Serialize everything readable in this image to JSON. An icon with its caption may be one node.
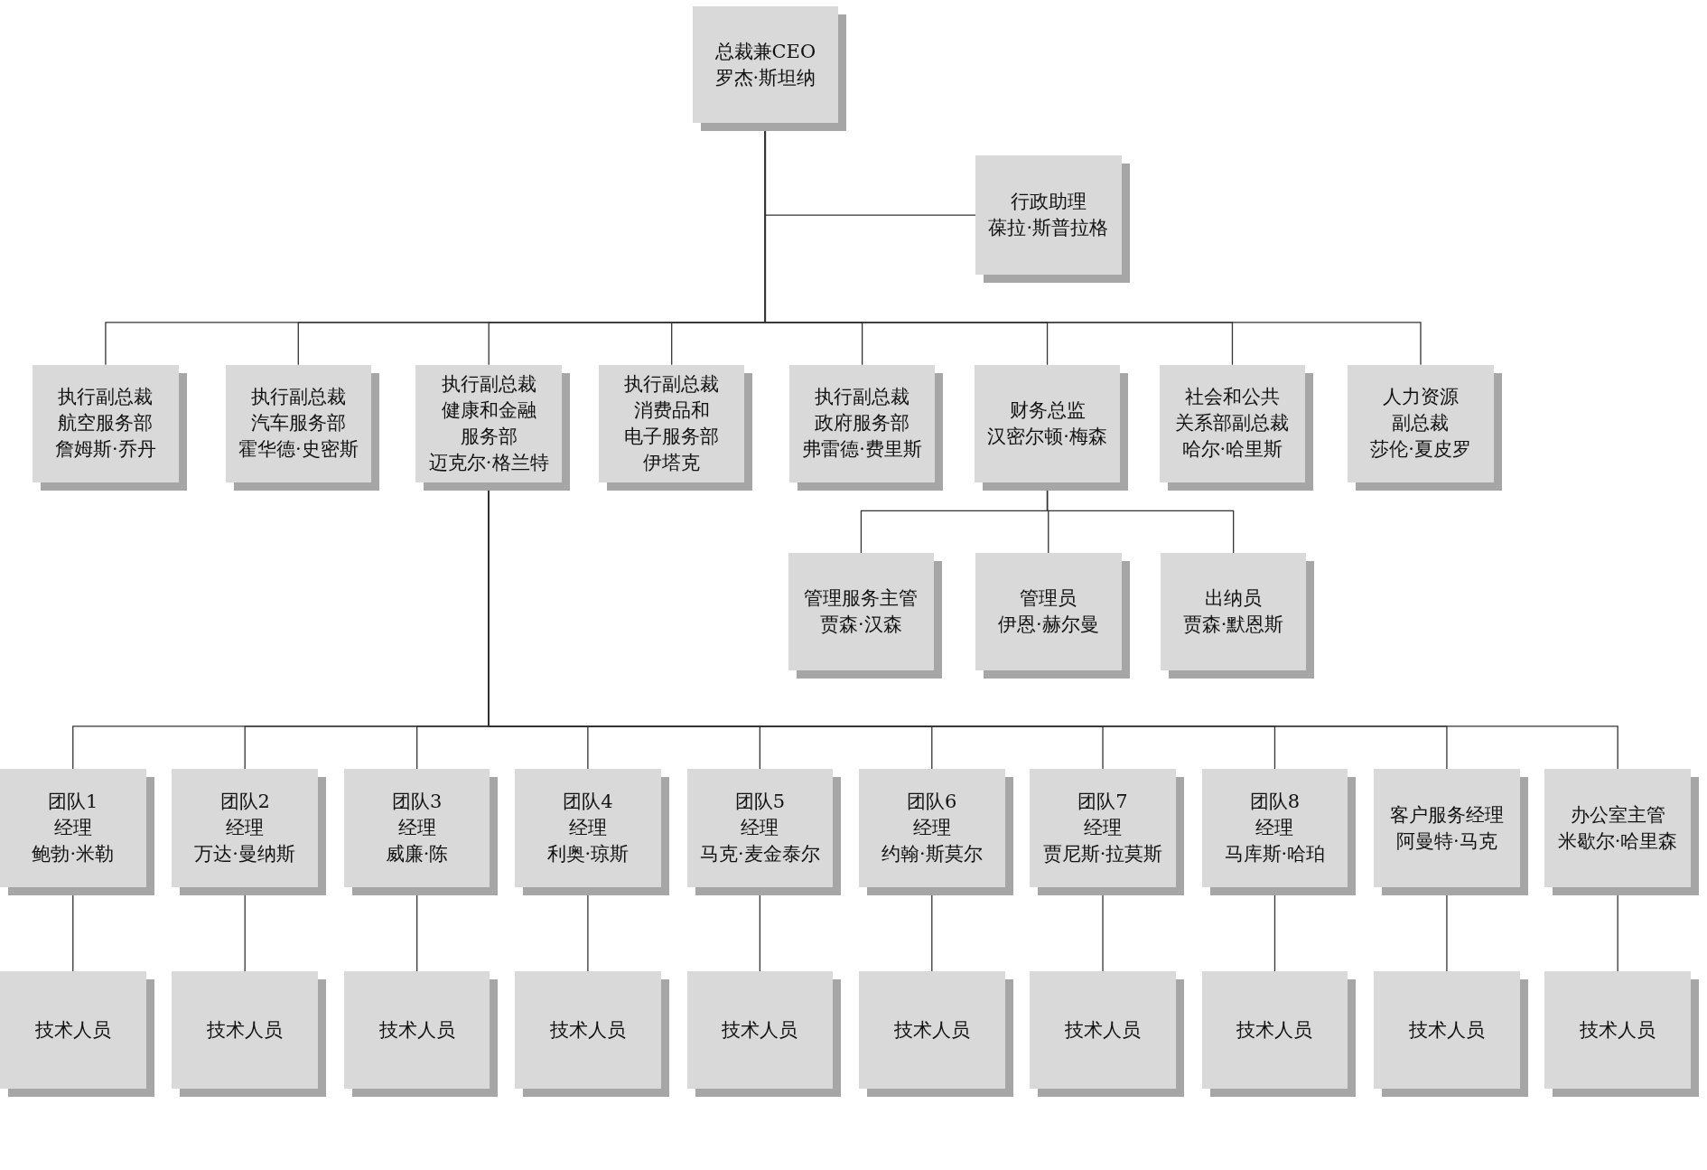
{
  "diagram": {
    "nodes": [
      {
        "text": [
          "总裁兼CEO",
          "罗杰·斯坦纳"
        ]
      },
      {
        "text": [
          "行政助理",
          "葆拉·斯普拉格"
        ]
      },
      {
        "text": [
          "执行副总裁",
          "航空服务部",
          "詹姆斯·乔丹"
        ]
      },
      {
        "text": [
          "执行副总裁",
          "汽车服务部",
          "霍华德·史密斯"
        ]
      },
      {
        "text": [
          "执行副总裁",
          "健康和金融服务部",
          "迈克尔·格兰特"
        ]
      },
      {
        "text": [
          "执行副总裁",
          "消费品和电子服务部",
          "伊塔克"
        ]
      },
      {
        "text": [
          "执行副总裁",
          "政府服务部",
          "弗雷德·费里斯"
        ]
      },
      {
        "text": [
          "财务总监",
          "汉密尔顿·梅森"
        ]
      },
      {
        "text": [
          "社会和公共关系部副总裁",
          "哈尔·哈里斯"
        ]
      },
      {
        "text": [
          "人力资源副总裁",
          "莎伦·夏皮罗"
        ]
      },
      {
        "text": [
          "管理服务主管",
          "贾森·汉森"
        ]
      },
      {
        "text": [
          "管理员",
          "伊恩·赫尔曼"
        ]
      },
      {
        "text": [
          "出纳员",
          "贾森·默恩斯"
        ]
      },
      {
        "text": [
          "团队1",
          "经理",
          "鲍勃·米勒"
        ]
      },
      {
        "text": [
          "团队2",
          "经理",
          "万达·曼纳斯"
        ]
      },
      {
        "text": [
          "团队3",
          "经理",
          "威廉·陈"
        ]
      },
      {
        "text": [
          "团队4",
          "经理",
          "利奥·琼斯"
        ]
      },
      {
        "text": [
          "团队5",
          "经理",
          "马克·麦金泰尔"
        ]
      },
      {
        "text": [
          "团队6",
          "经理",
          "约翰·斯莫尔"
        ]
      },
      {
        "text": [
          "团队7",
          "经理",
          "贾尼斯·拉莫斯"
        ]
      },
      {
        "text": [
          "团队8",
          "经理",
          "马库斯·哈珀"
        ]
      },
      {
        "text": [
          "客户服务经理",
          "阿曼特·马克"
        ]
      },
      {
        "text": [
          "办公室主管",
          "米歇尔·哈里森"
        ]
      },
      {
        "text": [
          "技术人员"
        ]
      },
      {
        "text": [
          "技术人员"
        ]
      },
      {
        "text": [
          "技术人员"
        ]
      },
      {
        "text": [
          "技术人员"
        ]
      },
      {
        "text": [
          "技术人员"
        ]
      },
      {
        "text": [
          "技术人员"
        ]
      },
      {
        "text": [
          "技术人员"
        ]
      },
      {
        "text": [
          "技术人员"
        ]
      },
      {
        "text": [
          "技术人员"
        ]
      },
      {
        "text": [
          "技术人员"
        ]
      }
    ],
    "edges": [
      {
        "from": 0,
        "to": 1,
        "arrow": "none"
      },
      {
        "from": 0,
        "to": 2,
        "arrow": "none"
      },
      {
        "from": 0,
        "to": 3,
        "arrow": "none"
      },
      {
        "from": 0,
        "to": 4,
        "arrow": "none"
      },
      {
        "from": 0,
        "to": 5,
        "arrow": "none"
      },
      {
        "from": 0,
        "to": 6,
        "arrow": "none"
      },
      {
        "from": 0,
        "to": 7,
        "arrow": "none"
      },
      {
        "from": 0,
        "to": 8,
        "arrow": "none"
      },
      {
        "from": 0,
        "to": 9,
        "arrow": "none"
      },
      {
        "from": 7,
        "to": 10,
        "arrow": "none"
      },
      {
        "from": 7,
        "to": 11,
        "arrow": "none"
      },
      {
        "from": 7,
        "to": 12,
        "arrow": "none"
      },
      {
        "from": 4,
        "to": 13,
        "arrow": "none"
      },
      {
        "from": 4,
        "to": 14,
        "arrow": "none"
      },
      {
        "from": 4,
        "to": 15,
        "arrow": "none"
      },
      {
        "from": 4,
        "to": 16,
        "arrow": "none"
      },
      {
        "from": 4,
        "to": 17,
        "arrow": "none"
      },
      {
        "from": 4,
        "to": 18,
        "arrow": "none"
      },
      {
        "from": 4,
        "to": 19,
        "arrow": "none"
      },
      {
        "from": 4,
        "to": 20,
        "arrow": "none"
      },
      {
        "from": 4,
        "to": 21,
        "arrow": "none"
      },
      {
        "from": 4,
        "to": 22,
        "arrow": "none"
      },
      {
        "from": 13,
        "to": 23,
        "arrow": "none"
      },
      {
        "from": 14,
        "to": 24,
        "arrow": "none"
      },
      {
        "from": 15,
        "to": 25,
        "arrow": "none"
      },
      {
        "from": 16,
        "to": 26,
        "arrow": "none"
      },
      {
        "from": 17,
        "to": 27,
        "arrow": "none"
      },
      {
        "from": 18,
        "to": 28,
        "arrow": "none"
      },
      {
        "from": 19,
        "to": 29,
        "arrow": "none"
      },
      {
        "from": 20,
        "to": 30,
        "arrow": "none"
      },
      {
        "from": 21,
        "to": 31,
        "arrow": "none"
      },
      {
        "from": 22,
        "to": 32,
        "arrow": "none"
      }
    ]
  }
}
